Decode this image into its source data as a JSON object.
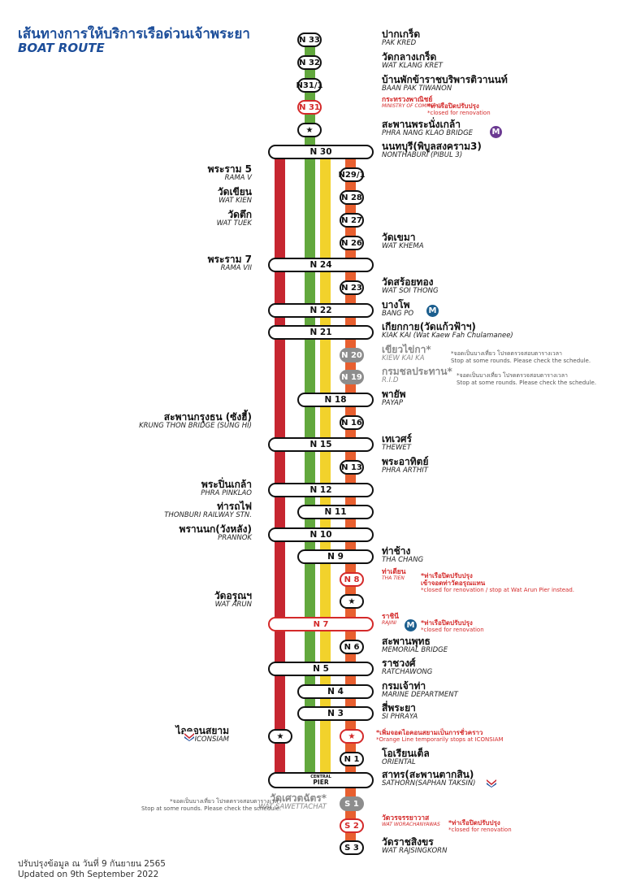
{
  "header": {
    "title_th": "เส้นทางการให้บริการเรือด่วนเจ้าพระยา",
    "title_en": "BOAT ROUTE"
  },
  "footer": {
    "line1": "ปรับปรุงข้อมูล ณ วันที่ 9 กันยายน 2565",
    "line2": "Updated on 9th September 2022"
  },
  "lines": {
    "red": "#c62630",
    "green": "#62a83d",
    "yellow": "#f2d22c",
    "orange": "#e85f2f"
  },
  "stops": [
    {
      "code": "N 33",
      "th": "ปากเกร็ด",
      "en": "PAK KRED"
    },
    {
      "code": "N 32",
      "th": "วัดกลางเกร็ด",
      "en": "WAT KLANG KRET"
    },
    {
      "code": "N31/1",
      "th": "บ้านพักข้าราชบริพารติวานนท์",
      "en": "BAAN PAK TIWANON"
    },
    {
      "code": "N 31",
      "th": "กระทรวงพาณิชย์",
      "en": "MINISTRY OF COMMERCE",
      "note1": "*ท่าเรือปิดปรับปรุง",
      "note2": "*closed for renovation"
    },
    {
      "code": "★",
      "th": "สะพานพระนั่งเกล้า",
      "en": "PHRA NANG KLAO BRIDGE",
      "metro": "M"
    },
    {
      "code": "N 30",
      "th": "นนทบุรี(พิบูลสงคราม3)",
      "en": "NONTHABURI (PIBUL 3)"
    },
    {
      "code": "N29/1",
      "th": "พระราม 5",
      "en": "RAMA V"
    },
    {
      "code": "N 28",
      "th": "วัดเขียน",
      "en": "WAT KIEN"
    },
    {
      "code": "N 27",
      "th": "วัดตึก",
      "en": "WAT TUEK"
    },
    {
      "code": "N 26",
      "th": "วัดเขมา",
      "en": "WAT KHEMA"
    },
    {
      "code": "N 24",
      "th": "พระราม 7",
      "en": "RAMA VII"
    },
    {
      "code": "N 23",
      "th": "วัดสร้อยทอง",
      "en": "WAT SOI THONG"
    },
    {
      "code": "N 22",
      "th": "บางโพ",
      "en": "BANG PO",
      "metro": "M"
    },
    {
      "code": "N 21",
      "th": "เกียกกาย(วัดแก้วฟ้าฯ)",
      "en": "KIAK KAI (Wat Kaew Fah Chulamanee)"
    },
    {
      "code": "N 20",
      "th": "เขียวไข่กา*",
      "en": "KIEW KAI KA",
      "note1": "*จอดเป็นบางเที่ยว โปรดตรวจสอบตารางเวลา",
      "note2": "Stop at some rounds. Please check the schedule."
    },
    {
      "code": "N 19",
      "th": "กรมชลประทาน*",
      "en": "R.I.D",
      "note1": "*จอดเป็นบางเที่ยว โปรดตรวจสอบตารางเวลา",
      "note2": "Stop at some rounds. Please check the schedule."
    },
    {
      "code": "N 18",
      "th": "พายัพ",
      "en": "PAYAP"
    },
    {
      "code": "N 16",
      "th": "สะพานกรุงธน (ซังฮี้)",
      "en": "KRUNG THON BRIDGE (SUNG HI)"
    },
    {
      "code": "N 15",
      "th": "เทเวศร์",
      "en": "THEWET"
    },
    {
      "code": "N 13",
      "th": "พระอาทิตย์",
      "en": "PHRA ARTHIT"
    },
    {
      "code": "N 12",
      "th": "พระปิ่นเกล้า",
      "en": "PHRA PINKLAO"
    },
    {
      "code": "N 11",
      "th": "ท่ารถไฟ",
      "en": "THONBURI RAILWAY STN."
    },
    {
      "code": "N 10",
      "th": "พรานนก(วังหลัง)",
      "en": "PRANNOK"
    },
    {
      "code": "N 9",
      "th": "ท่าช้าง",
      "en": "THA CHANG"
    },
    {
      "code": "N 8",
      "th": "ท่าเตียน",
      "en": "THA TIEN",
      "note1": "*ท่าเรือปิดปรับปรุง",
      "note2": "เข้าจอดท่าวัดอรุณแทน",
      "note3": "*closed for renovation / stop at Wat Arun Pier instead."
    },
    {
      "code": "★",
      "th": "วัดอรุณฯ",
      "en": "WAT ARUN"
    },
    {
      "code": "N 7",
      "th": "ราชินี",
      "en": "RAJINI",
      "metro": "M",
      "note1": "*ท่าเรือปิดปรับปรุง",
      "note2": "*closed for renovation"
    },
    {
      "code": "N 6",
      "th": "สะพานพุทธ",
      "en": "MEMORIAL BRIDGE"
    },
    {
      "code": "N 5",
      "th": "ราชวงศ์",
      "en": "RATCHAWONG"
    },
    {
      "code": "N 4",
      "th": "กรมเจ้าท่า",
      "en": "MARINE DEPARTMENT"
    },
    {
      "code": "N 3",
      "th": "สี่พระยา",
      "en": "SI PHRAYA"
    },
    {
      "code": "★",
      "th": "ไอคอนสยาม",
      "en": "ICONSIAM",
      "note1": "*เพิ่มจอดไอคอนสยามเป็นการชั่วคราว",
      "note2": "*Orange Line temporarily stops at ICONSIAM"
    },
    {
      "code": "N 1",
      "th": "โอเรียนเต็ล",
      "en": "ORIENTAL"
    },
    {
      "code_top": "CENTRAL",
      "code": "PIER",
      "th": "สาทร(สะพานตากสิน)",
      "en": "SATHORN(SAPHAN TAKSIN)"
    },
    {
      "code": "S 1",
      "th": "วัดเศวตฉัตร*",
      "en": "WAT SAWETTACHAT",
      "note1": "*จอดเป็นบางเที่ยว โปรดตรวจสอบตารางเวลา",
      "note2": "Stop at some rounds. Please check the schedule."
    },
    {
      "code": "S 2",
      "th": "วัดวรจรรยาวาส",
      "en": "WAT WORACHANYAWAS",
      "note1": "*ท่าเรือปิดปรับปรุง",
      "note2": "*closed for renovation"
    },
    {
      "code": "S 3",
      "th": "วัดราชสิงขร",
      "en": "WAT RAJSINGKORN"
    }
  ]
}
